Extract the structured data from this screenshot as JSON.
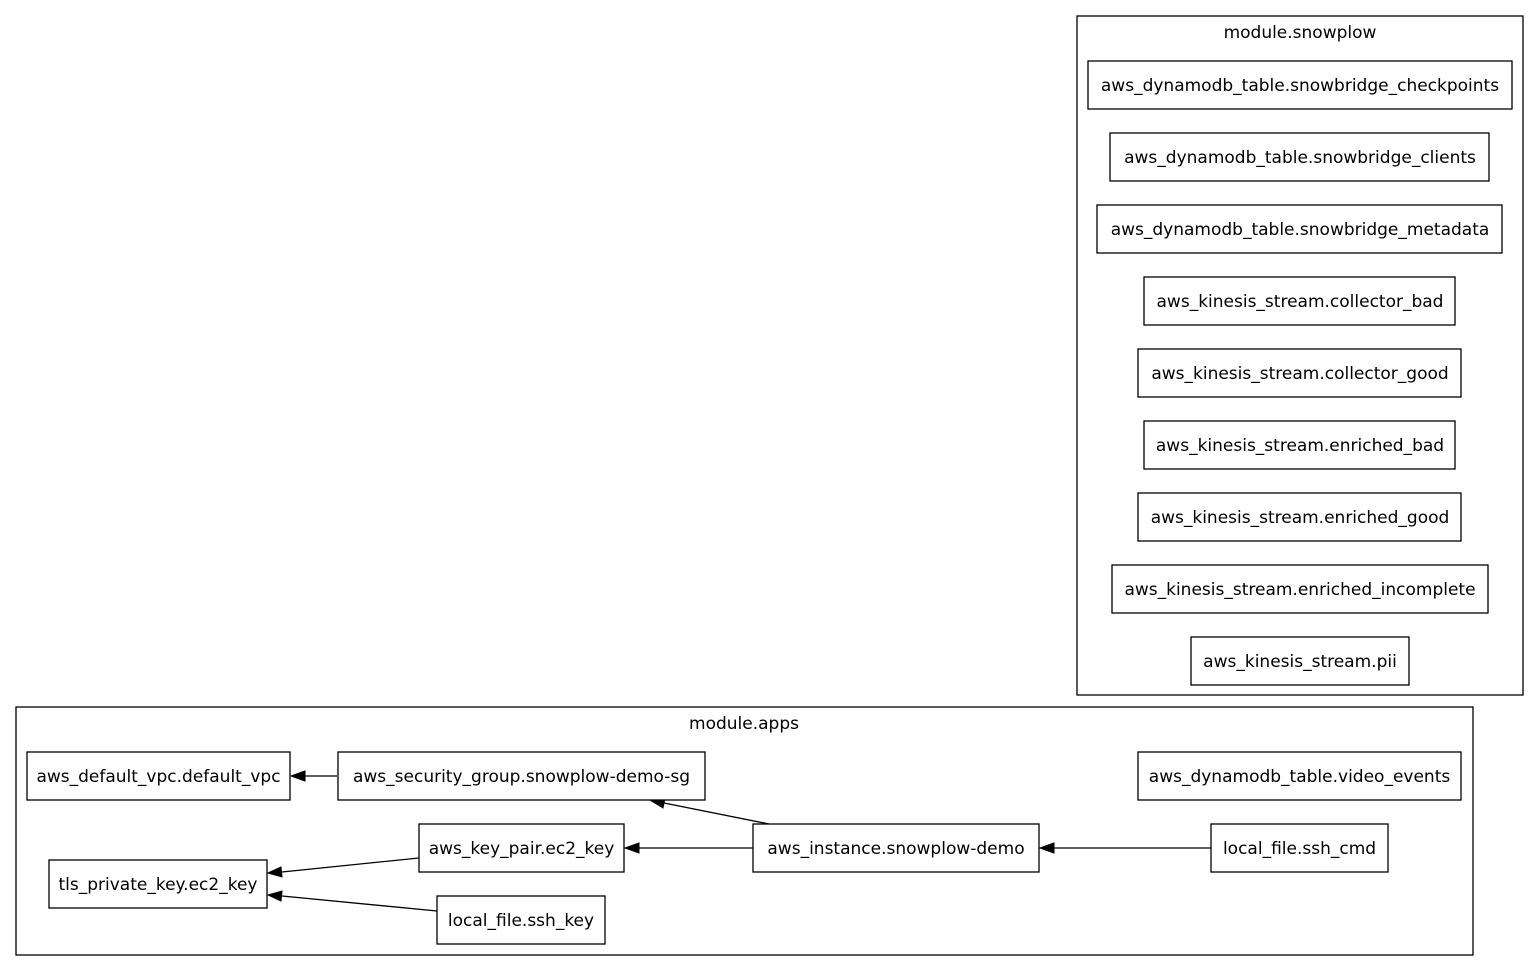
{
  "clusters": {
    "snowplow": {
      "label": "module.snowplow"
    },
    "apps": {
      "label": "module.apps"
    }
  },
  "nodes": {
    "ddb_checkpoints": "aws_dynamodb_table.snowbridge_checkpoints",
    "ddb_clients": "aws_dynamodb_table.snowbridge_clients",
    "ddb_metadata": "aws_dynamodb_table.snowbridge_metadata",
    "kin_collector_bad": "aws_kinesis_stream.collector_bad",
    "kin_collector_good": "aws_kinesis_stream.collector_good",
    "kin_enriched_bad": "aws_kinesis_stream.enriched_bad",
    "kin_enriched_good": "aws_kinesis_stream.enriched_good",
    "kin_enriched_incomplete": "aws_kinesis_stream.enriched_incomplete",
    "kin_pii": "aws_kinesis_stream.pii",
    "default_vpc": "aws_default_vpc.default_vpc",
    "security_group": "aws_security_group.snowplow-demo-sg",
    "ddb_video_events": "aws_dynamodb_table.video_events",
    "key_pair": "aws_key_pair.ec2_key",
    "instance": "aws_instance.snowplow-demo",
    "ssh_cmd": "local_file.ssh_cmd",
    "tls_key": "tls_private_key.ec2_key",
    "ssh_key": "local_file.ssh_key"
  },
  "edges": [
    {
      "from": "security_group",
      "to": "default_vpc"
    },
    {
      "from": "instance",
      "to": "security_group"
    },
    {
      "from": "instance",
      "to": "key_pair"
    },
    {
      "from": "ssh_cmd",
      "to": "instance"
    },
    {
      "from": "key_pair",
      "to": "tls_key"
    },
    {
      "from": "ssh_key",
      "to": "tls_key"
    }
  ]
}
